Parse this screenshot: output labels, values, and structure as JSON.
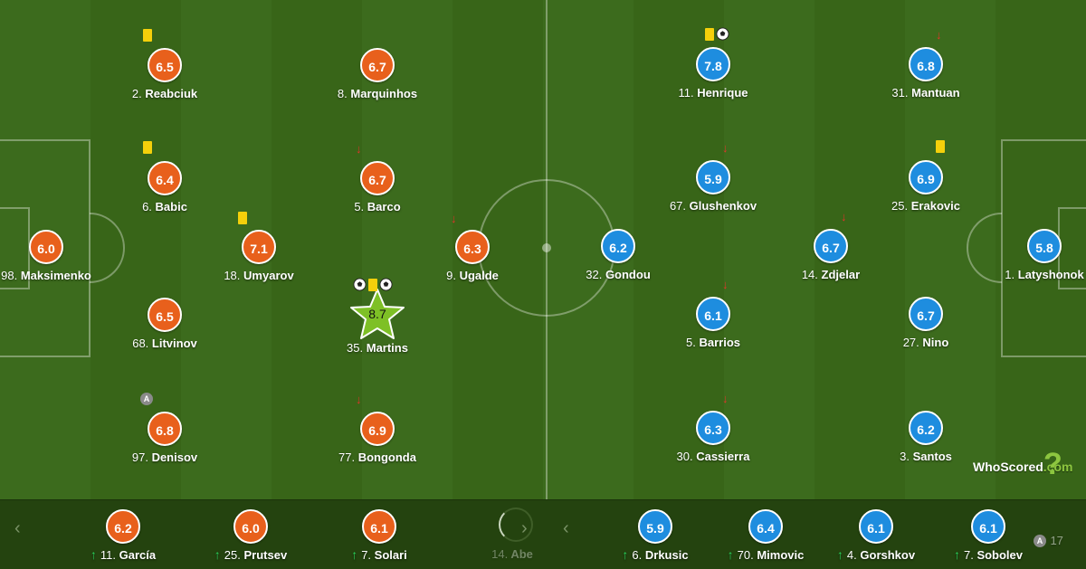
{
  "colors": {
    "home": "#e8601c",
    "away": "#1e8ddf",
    "best": "#7ec026",
    "yellow_card": "#f5d00b",
    "sub_in": "#29d35a",
    "sub_out": "#e0342a"
  },
  "brand": {
    "name": "WhoScored",
    "tld": ".com"
  },
  "home": {
    "players": [
      {
        "rating": "6.5",
        "num": "2.",
        "name": "Reabciuk"
      },
      {
        "rating": "6.7",
        "num": "8.",
        "name": "Marquinhos"
      },
      {
        "rating": "6.4",
        "num": "6.",
        "name": "Babic"
      },
      {
        "rating": "6.7",
        "num": "5.",
        "name": "Barco"
      },
      {
        "rating": "6.0",
        "num": "98.",
        "name": "Maksimenko"
      },
      {
        "rating": "7.1",
        "num": "18.",
        "name": "Umyarov"
      },
      {
        "rating": "6.3",
        "num": "9.",
        "name": "Ugalde"
      },
      {
        "rating": "6.5",
        "num": "68.",
        "name": "Litvinov"
      },
      {
        "rating": "8.7",
        "num": "35.",
        "name": "Martins"
      },
      {
        "rating": "6.8",
        "num": "97.",
        "name": "Denisov"
      },
      {
        "rating": "6.9",
        "num": "77.",
        "name": "Bongonda"
      }
    ],
    "bench": [
      {
        "rating": "6.2",
        "num": "11.",
        "name": "García"
      },
      {
        "rating": "6.0",
        "num": "25.",
        "name": "Prutsev"
      },
      {
        "rating": "6.1",
        "num": "7.",
        "name": "Solari"
      },
      {
        "rating": "",
        "num": "14.",
        "name": "Abe"
      }
    ]
  },
  "away": {
    "players": [
      {
        "rating": "7.8",
        "num": "11.",
        "name": "Henrique"
      },
      {
        "rating": "6.8",
        "num": "31.",
        "name": "Mantuan"
      },
      {
        "rating": "5.9",
        "num": "67.",
        "name": "Glushenkov"
      },
      {
        "rating": "6.9",
        "num": "25.",
        "name": "Erakovic"
      },
      {
        "rating": "6.2",
        "num": "32.",
        "name": "Gondou"
      },
      {
        "rating": "6.7",
        "num": "14.",
        "name": "Zdjelar"
      },
      {
        "rating": "5.8",
        "num": "1.",
        "name": "Latyshonok"
      },
      {
        "rating": "6.1",
        "num": "5.",
        "name": "Barrios"
      },
      {
        "rating": "6.7",
        "num": "27.",
        "name": "Nino"
      },
      {
        "rating": "6.3",
        "num": "30.",
        "name": "Cassierra"
      },
      {
        "rating": "6.2",
        "num": "3.",
        "name": "Santos"
      }
    ],
    "bench": [
      {
        "rating": "5.9",
        "num": "6.",
        "name": "Drkusic"
      },
      {
        "rating": "6.4",
        "num": "70.",
        "name": "Mimovic"
      },
      {
        "rating": "6.1",
        "num": "4.",
        "name": "Gorshkov"
      },
      {
        "rating": "6.1",
        "num": "7.",
        "name": "Sobolev"
      },
      {
        "rating": "",
        "num": "17",
        "name": ""
      }
    ]
  },
  "icons": {
    "yellow_card": "yellow-card-icon",
    "goal": "football-icon",
    "sub_out": "arrow-down-icon",
    "sub_in": "arrow-up-icon",
    "captain": "A",
    "prev": "‹",
    "next": "›"
  }
}
